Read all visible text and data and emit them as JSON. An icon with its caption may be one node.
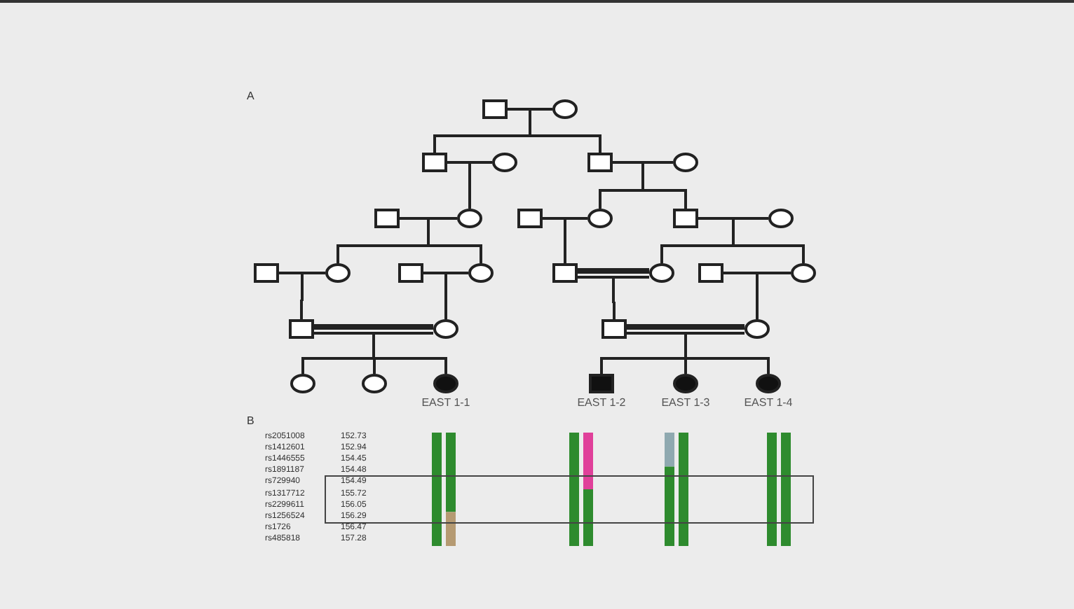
{
  "diagram": {
    "nodes": [
      {
        "text": [],
        "shape": "box"
      },
      {
        "text": [],
        "shape": "circle"
      },
      {
        "text": [],
        "shape": "box"
      },
      {
        "text": [],
        "shape": "circle"
      },
      {
        "text": [],
        "shape": "box"
      },
      {
        "text": [],
        "shape": "circle"
      },
      {
        "text": [],
        "shape": "box"
      },
      {
        "text": [],
        "shape": "circle"
      },
      {
        "text": [],
        "shape": "box"
      },
      {
        "text": [],
        "shape": "circle"
      },
      {
        "text": [],
        "shape": "box"
      },
      {
        "text": [],
        "shape": "circle"
      },
      {
        "text": [],
        "shape": "box"
      },
      {
        "text": [],
        "shape": "circle"
      },
      {
        "text": [],
        "shape": "box"
      },
      {
        "text": [],
        "shape": "circle"
      },
      {
        "text": [],
        "shape": "box"
      },
      {
        "text": [],
        "shape": "circle"
      },
      {
        "text": [],
        "shape": "box"
      },
      {
        "text": [],
        "shape": "circle"
      },
      {
        "text": [],
        "shape": "box"
      },
      {
        "text": [],
        "shape": "circle"
      },
      {
        "text": [],
        "shape": "box"
      },
      {
        "text": [],
        "shape": "circle"
      },
      {
        "text": [],
        "shape": "circle"
      },
      {
        "text": [],
        "shape": "circle"
      },
      {
        "text": [],
        "shape": "circle",
        "beside": [
          "EAST 1-1"
        ]
      },
      {
        "text": [],
        "shape": "box",
        "beside": [
          "EAST 1-2"
        ]
      },
      {
        "text": [],
        "shape": "circle",
        "beside": [
          "EAST 1-3"
        ]
      },
      {
        "text": [],
        "shape": "circle",
        "beside": [
          "EAST 1-4"
        ]
      }
    ],
    "edges": [
      {
        "from": 0,
        "to": 1,
        "arrow": "none"
      },
      {
        "from": 2,
        "to": 3,
        "arrow": "none"
      },
      {
        "from": 4,
        "to": 5,
        "arrow": "none"
      },
      {
        "from": 6,
        "to": 7,
        "arrow": "none"
      },
      {
        "from": 8,
        "to": 9,
        "arrow": "none"
      },
      {
        "from": 10,
        "to": 11,
        "arrow": "none"
      },
      {
        "from": 12,
        "to": 13,
        "arrow": "none"
      },
      {
        "from": 14,
        "to": 15,
        "arrow": "none"
      },
      {
        "from": 16,
        "to": 17,
        "arrow": "none",
        "style": "thick"
      },
      {
        "from": 18,
        "to": 19,
        "arrow": "none"
      },
      {
        "from": 20,
        "to": 21,
        "arrow": "none",
        "style": "thick"
      },
      {
        "from": 22,
        "to": 23,
        "arrow": "none",
        "style": "thick"
      },
      {
        "from": 0,
        "to": 2,
        "arrow": "none"
      },
      {
        "from": 1,
        "to": 2,
        "arrow": "none"
      },
      {
        "from": 0,
        "to": 4,
        "arrow": "none"
      },
      {
        "from": 1,
        "to": 4,
        "arrow": "none"
      },
      {
        "from": 2,
        "to": 7,
        "arrow": "none"
      },
      {
        "from": 3,
        "to": 7,
        "arrow": "none"
      },
      {
        "from": 4,
        "to": 9,
        "arrow": "none"
      },
      {
        "from": 5,
        "to": 9,
        "arrow": "none"
      },
      {
        "from": 4,
        "to": 10,
        "arrow": "none"
      },
      {
        "from": 5,
        "to": 10,
        "arrow": "none"
      },
      {
        "from": 6,
        "to": 13,
        "arrow": "none"
      },
      {
        "from": 7,
        "to": 13,
        "arrow": "none"
      },
      {
        "from": 6,
        "to": 15,
        "arrow": "none"
      },
      {
        "from": 7,
        "to": 15,
        "arrow": "none"
      },
      {
        "from": 8,
        "to": 16,
        "arrow": "none"
      },
      {
        "from": 9,
        "to": 16,
        "arrow": "none"
      },
      {
        "from": 10,
        "to": 17,
        "arrow": "none"
      },
      {
        "from": 11,
        "to": 17,
        "arrow": "none"
      },
      {
        "from": 10,
        "to": 19,
        "arrow": "none"
      },
      {
        "from": 11,
        "to": 19,
        "arrow": "none"
      },
      {
        "from": 12,
        "to": 20,
        "arrow": "none"
      },
      {
        "from": 13,
        "to": 20,
        "arrow": "none"
      },
      {
        "from": 14,
        "to": 21,
        "arrow": "none"
      },
      {
        "from": 15,
        "to": 21,
        "arrow": "none"
      },
      {
        "from": 16,
        "to": 22,
        "arrow": "none"
      },
      {
        "from": 17,
        "to": 22,
        "arrow": "none"
      },
      {
        "from": 18,
        "to": 23,
        "arrow": "none"
      },
      {
        "from": 19,
        "to": 23,
        "arrow": "none"
      },
      {
        "from": 20,
        "to": 24,
        "arrow": "none"
      },
      {
        "from": 21,
        "to": 24,
        "arrow": "none"
      },
      {
        "from": 20,
        "to": 25,
        "arrow": "none"
      },
      {
        "from": 21,
        "to": 25,
        "arrow": "none"
      },
      {
        "from": 20,
        "to": 26,
        "arrow": "none"
      },
      {
        "from": 21,
        "to": 26,
        "arrow": "none"
      },
      {
        "from": 22,
        "to": 27,
        "arrow": "none"
      },
      {
        "from": 23,
        "to": 27,
        "arrow": "none"
      },
      {
        "from": 22,
        "to": 28,
        "arrow": "none"
      },
      {
        "from": 23,
        "to": 28,
        "arrow": "none"
      },
      {
        "from": 22,
        "to": 29,
        "arrow": "none"
      },
      {
        "from": 23,
        "to": 29,
        "arrow": "none"
      }
    ],
    "labels": [
      "A",
      "B",
      "rs2051008",
      "152.73",
      "rs1412601",
      "152.94",
      "rs1446555",
      "154.45",
      "rs1891187",
      "154.48",
      "rs729940",
      "154.49",
      "rs1317712",
      "155.72",
      "rs2299611",
      "156.05",
      "rs1256524",
      "156.29",
      "rs1726",
      "156.47",
      "rs485818",
      "157.28"
    ]
  }
}
